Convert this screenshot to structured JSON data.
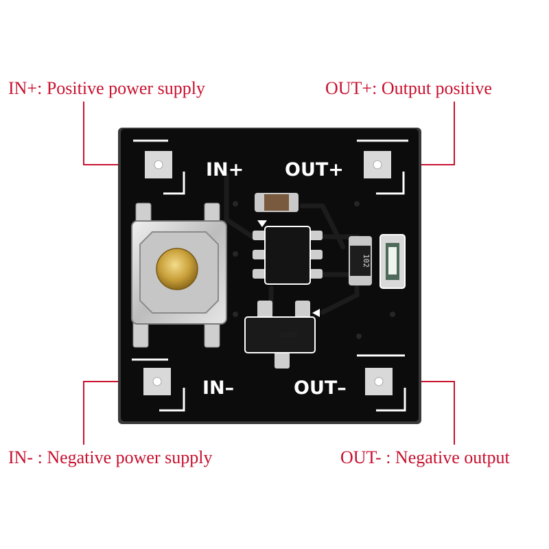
{
  "callouts": {
    "in_plus": "IN+: Positive power supply",
    "out_plus": "OUT+: Output positive",
    "in_minus": "IN- : Negative power supply",
    "out_minus": "OUT- : Negative output"
  },
  "board_labels": {
    "in_plus": "IN+",
    "out_plus": "OUT+",
    "in_minus": "IN–",
    "out_minus": "OUT–"
  },
  "component_marks": {
    "resistor": "102",
    "chip": "4097"
  },
  "colors": {
    "callout": "#c8102e",
    "pcb": "#0c0c0c",
    "silkscreen": "#ffffff",
    "pad": "#d8d8d8"
  }
}
